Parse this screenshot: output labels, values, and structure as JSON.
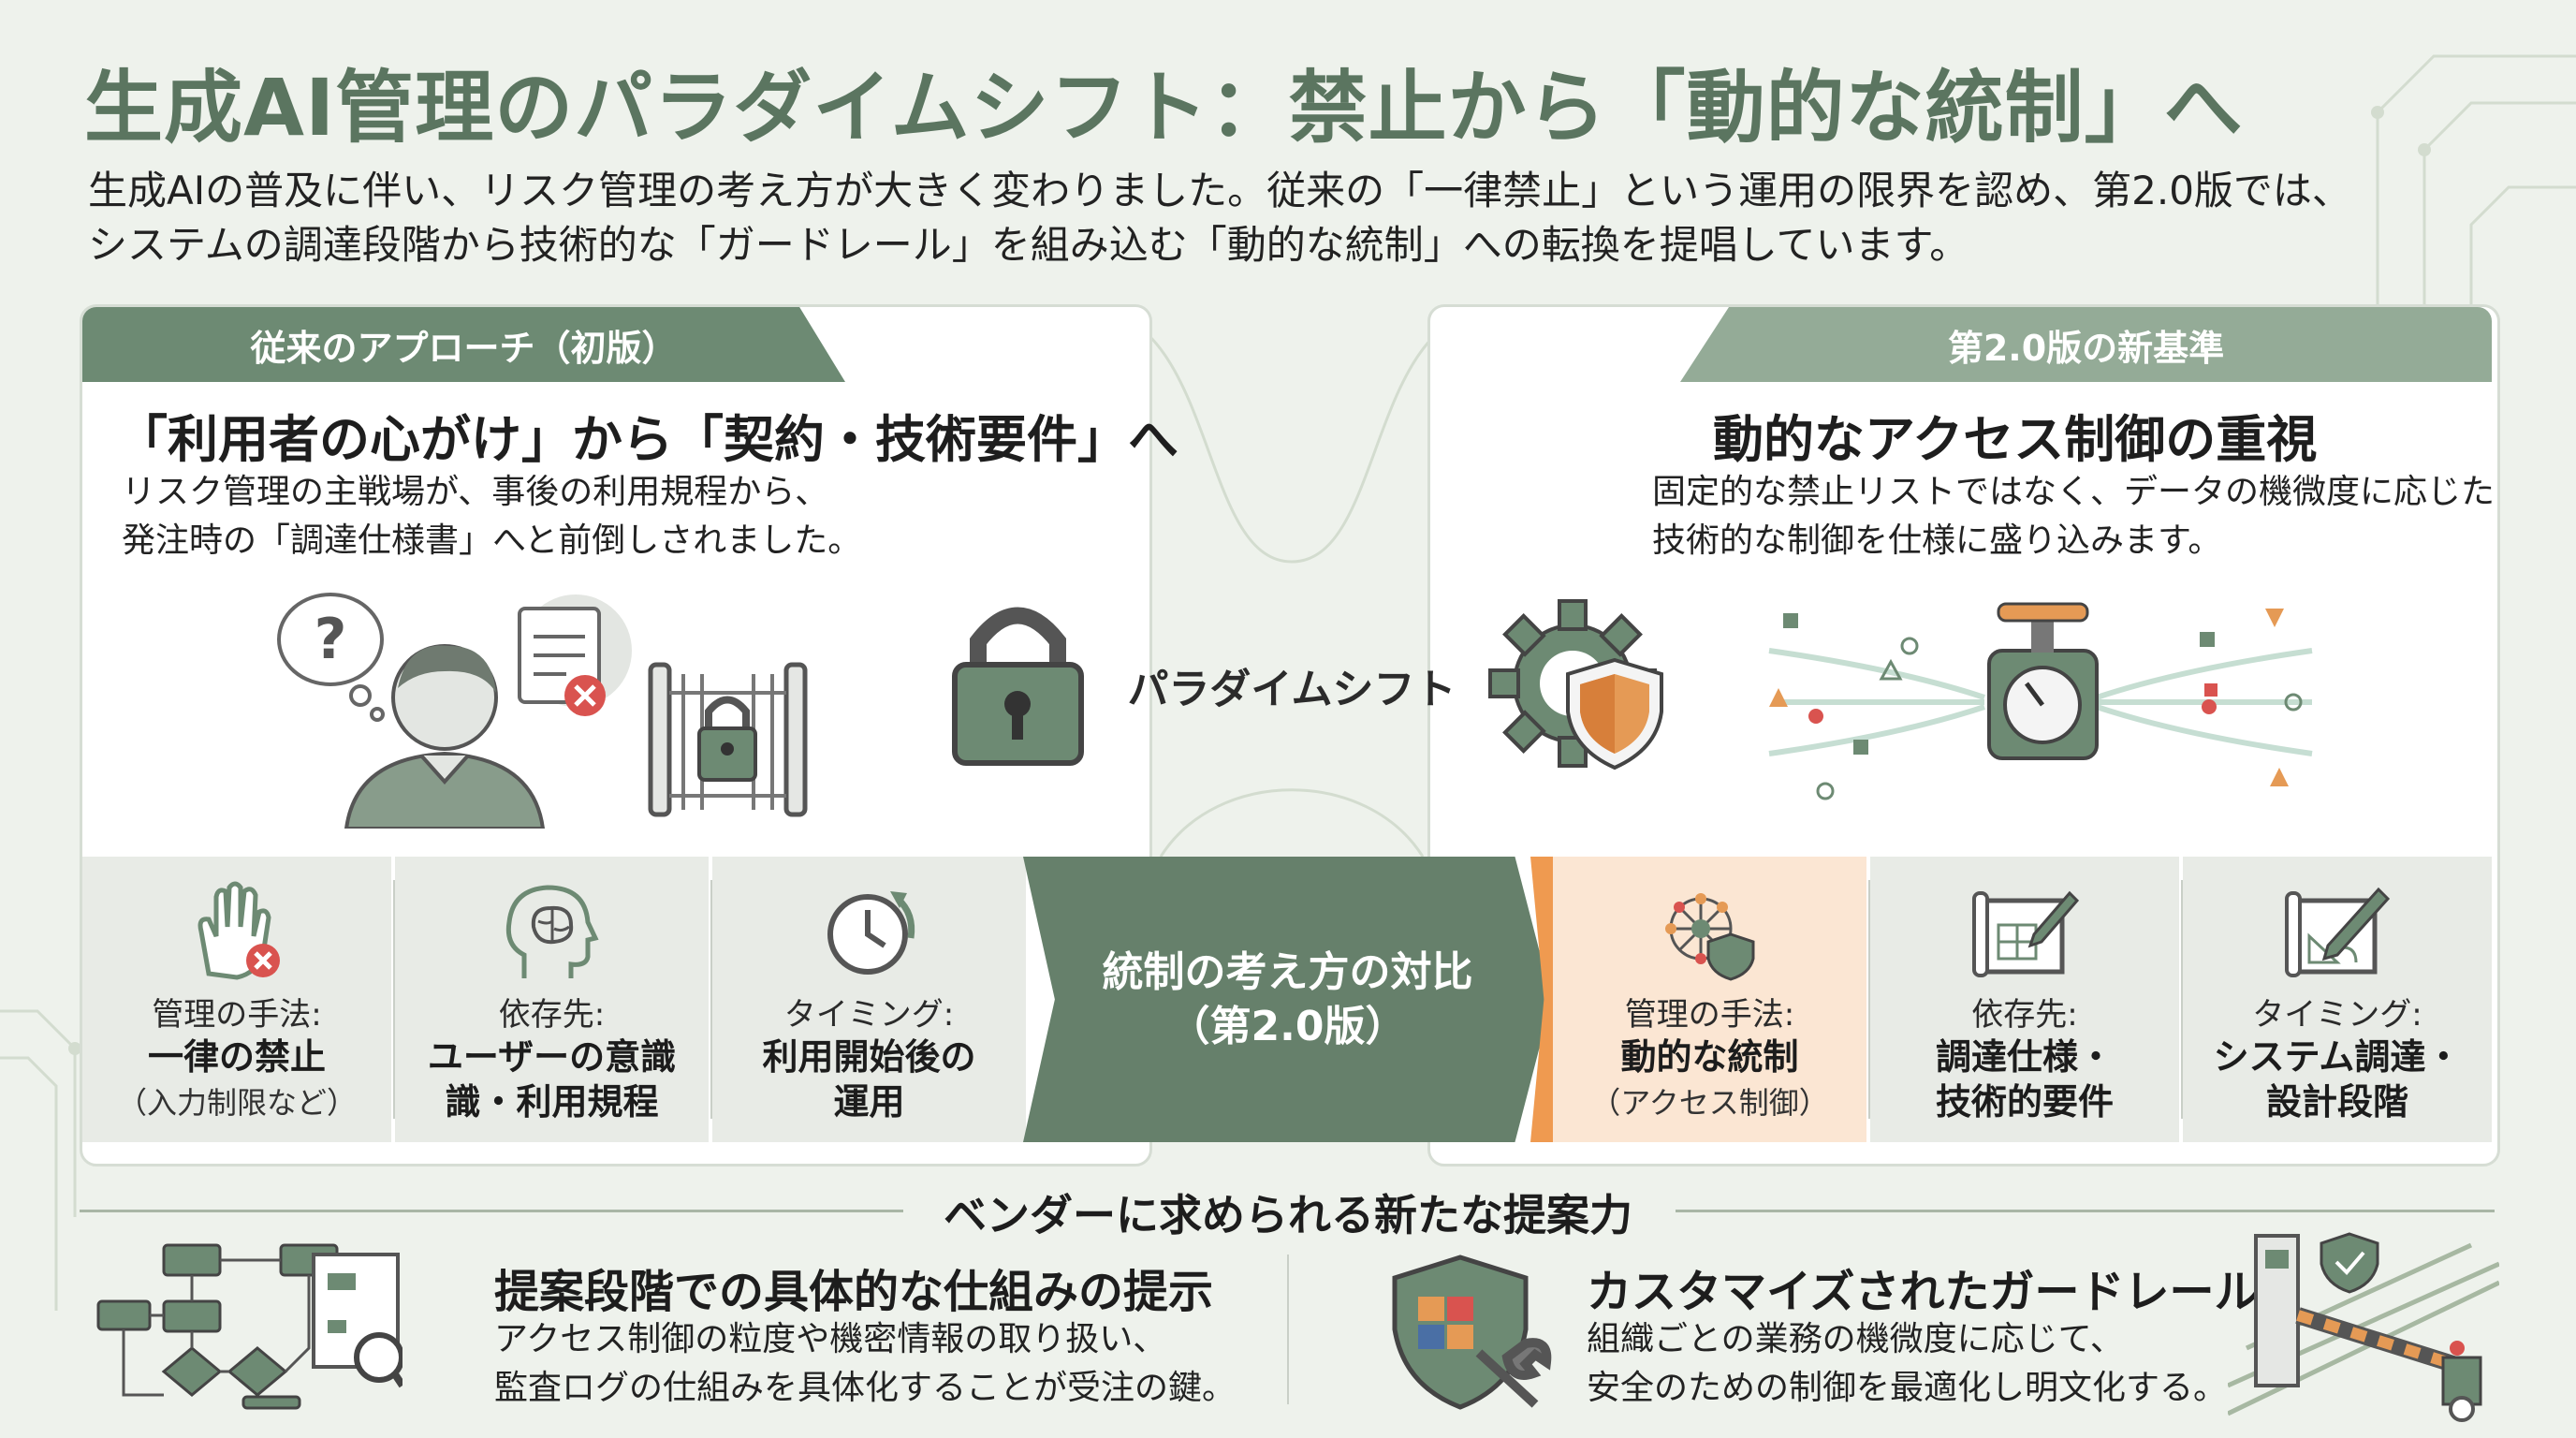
{
  "title": "生成AI管理のパラダイムシフト：禁止から「動的な統制」へ",
  "intro": {
    "line1": "生成AIの普及に伴い、リスク管理の考え方が大きく変わりました。従来の「一律禁止」という運用の限界を認め、第2.0版では、",
    "line2": "システムの調達段階から技術的な「ガードレール」を組み込む「動的な統制」への転換を提唱しています。"
  },
  "left": {
    "tab": "従来のアプローチ（初版）",
    "heading": "「利用者の心がけ」から「契約・技術要件」へ",
    "desc1": "リスク管理の主戦場が、事後の利用規程から、",
    "desc2": "発注時の「調達仕様書」へと前倒しされました。"
  },
  "right": {
    "tab": "第2.0版の新基準",
    "heading": "動的なアクセス制御の重視",
    "desc1": "固定的な禁止リストではなく、データの機微度に応じた",
    "desc2": "技術的な制御を仕様に盛り込みます。"
  },
  "center": {
    "shift_label": "パラダイムシフト",
    "arrow_line1": "統制の考え方の対比",
    "arrow_line2": "（第2.0版）"
  },
  "comparison": {
    "old": [
      {
        "label": "管理の手法:",
        "value1": "一律の禁止",
        "value2": "",
        "note": "（入力制限など）",
        "icon": "hand-stop-icon"
      },
      {
        "label": "依存先:",
        "value1": "ユーザーの意識",
        "value2": "識・利用規程",
        "note": "",
        "icon": "head-brain-icon"
      },
      {
        "label": "タイミング:",
        "value1": "利用開始後の",
        "value2": "運用",
        "note": "",
        "icon": "clock-icon"
      }
    ],
    "new": [
      {
        "label": "管理の手法:",
        "value1": "動的な統制",
        "value2": "",
        "note": "（アクセス制御）",
        "icon": "network-shield-icon"
      },
      {
        "label": "依存先:",
        "value1": "調達仕様・",
        "value2": "技術的要件",
        "note": "",
        "icon": "blueprint-pencil-icon"
      },
      {
        "label": "タイミング:",
        "value1": "システム調達・",
        "value2": "設計段階",
        "note": "",
        "icon": "drafting-pencil-icon"
      }
    ]
  },
  "vendor": {
    "title": "ベンダーに求められる新たな提案力",
    "item1": {
      "heading": "提案段階での具体的な仕組みの提示",
      "desc1": "アクセス制御の粒度や機密情報の取り扱い、",
      "desc2": "監査ログの仕組みを具体化することが受注の鍵。"
    },
    "item2": {
      "heading": "カスタマイズされたガードレール",
      "desc1": "組織ごとの業務の機微度に応じて、",
      "desc2": "安全のための制御を最適化し明文化する。"
    }
  },
  "colors": {
    "accent_green": "#5b7560",
    "header_green": "#6d8a73",
    "light_green": "#94ab97",
    "orange": "#ef9a50",
    "red": "#d9534f"
  }
}
